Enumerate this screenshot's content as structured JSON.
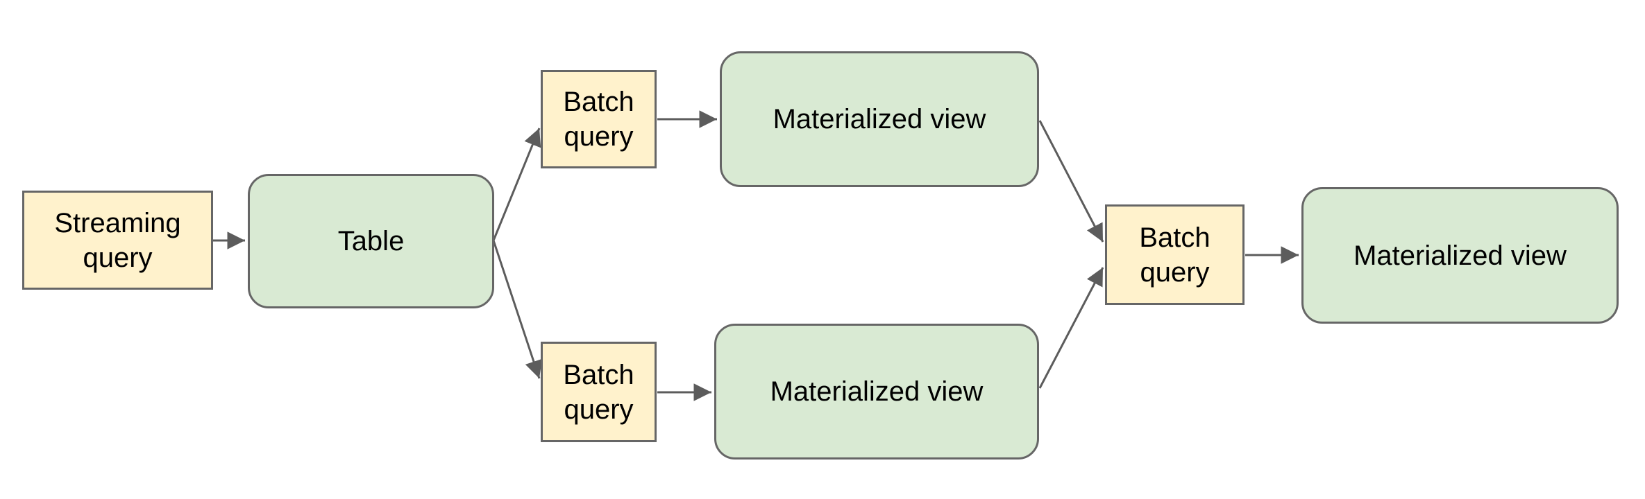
{
  "diagram": {
    "background": "#ffffff",
    "colors": {
      "query_box_fill": "#fff2cc",
      "data_box_fill": "#d9ead3",
      "border": "#666666",
      "arrow": "#5c5c5c",
      "text": "#000000"
    },
    "nodes": {
      "streaming_query": {
        "label": "Streaming query",
        "shape": "rectangle",
        "fill": "query_box_fill"
      },
      "table": {
        "label": "Table",
        "shape": "rounded",
        "fill": "data_box_fill"
      },
      "batch_query_top": {
        "label": "Batch query",
        "shape": "rectangle",
        "fill": "query_box_fill"
      },
      "mv_top": {
        "label": "Materialized view",
        "shape": "rounded",
        "fill": "data_box_fill"
      },
      "batch_query_bottom": {
        "label": "Batch query",
        "shape": "rectangle",
        "fill": "query_box_fill"
      },
      "mv_bottom": {
        "label": "Materialized view",
        "shape": "rounded",
        "fill": "data_box_fill"
      },
      "batch_query_mid": {
        "label": "Batch query",
        "shape": "rectangle",
        "fill": "query_box_fill"
      },
      "mv_final": {
        "label": "Materialized view",
        "shape": "rounded",
        "fill": "data_box_fill"
      }
    },
    "edges": [
      {
        "from": "streaming_query",
        "to": "table"
      },
      {
        "from": "table",
        "to": "batch_query_top"
      },
      {
        "from": "table",
        "to": "batch_query_bottom"
      },
      {
        "from": "batch_query_top",
        "to": "mv_top"
      },
      {
        "from": "batch_query_bottom",
        "to": "mv_bottom"
      },
      {
        "from": "mv_top",
        "to": "batch_query_mid"
      },
      {
        "from": "mv_bottom",
        "to": "batch_query_mid"
      },
      {
        "from": "batch_query_mid",
        "to": "mv_final"
      }
    ]
  }
}
